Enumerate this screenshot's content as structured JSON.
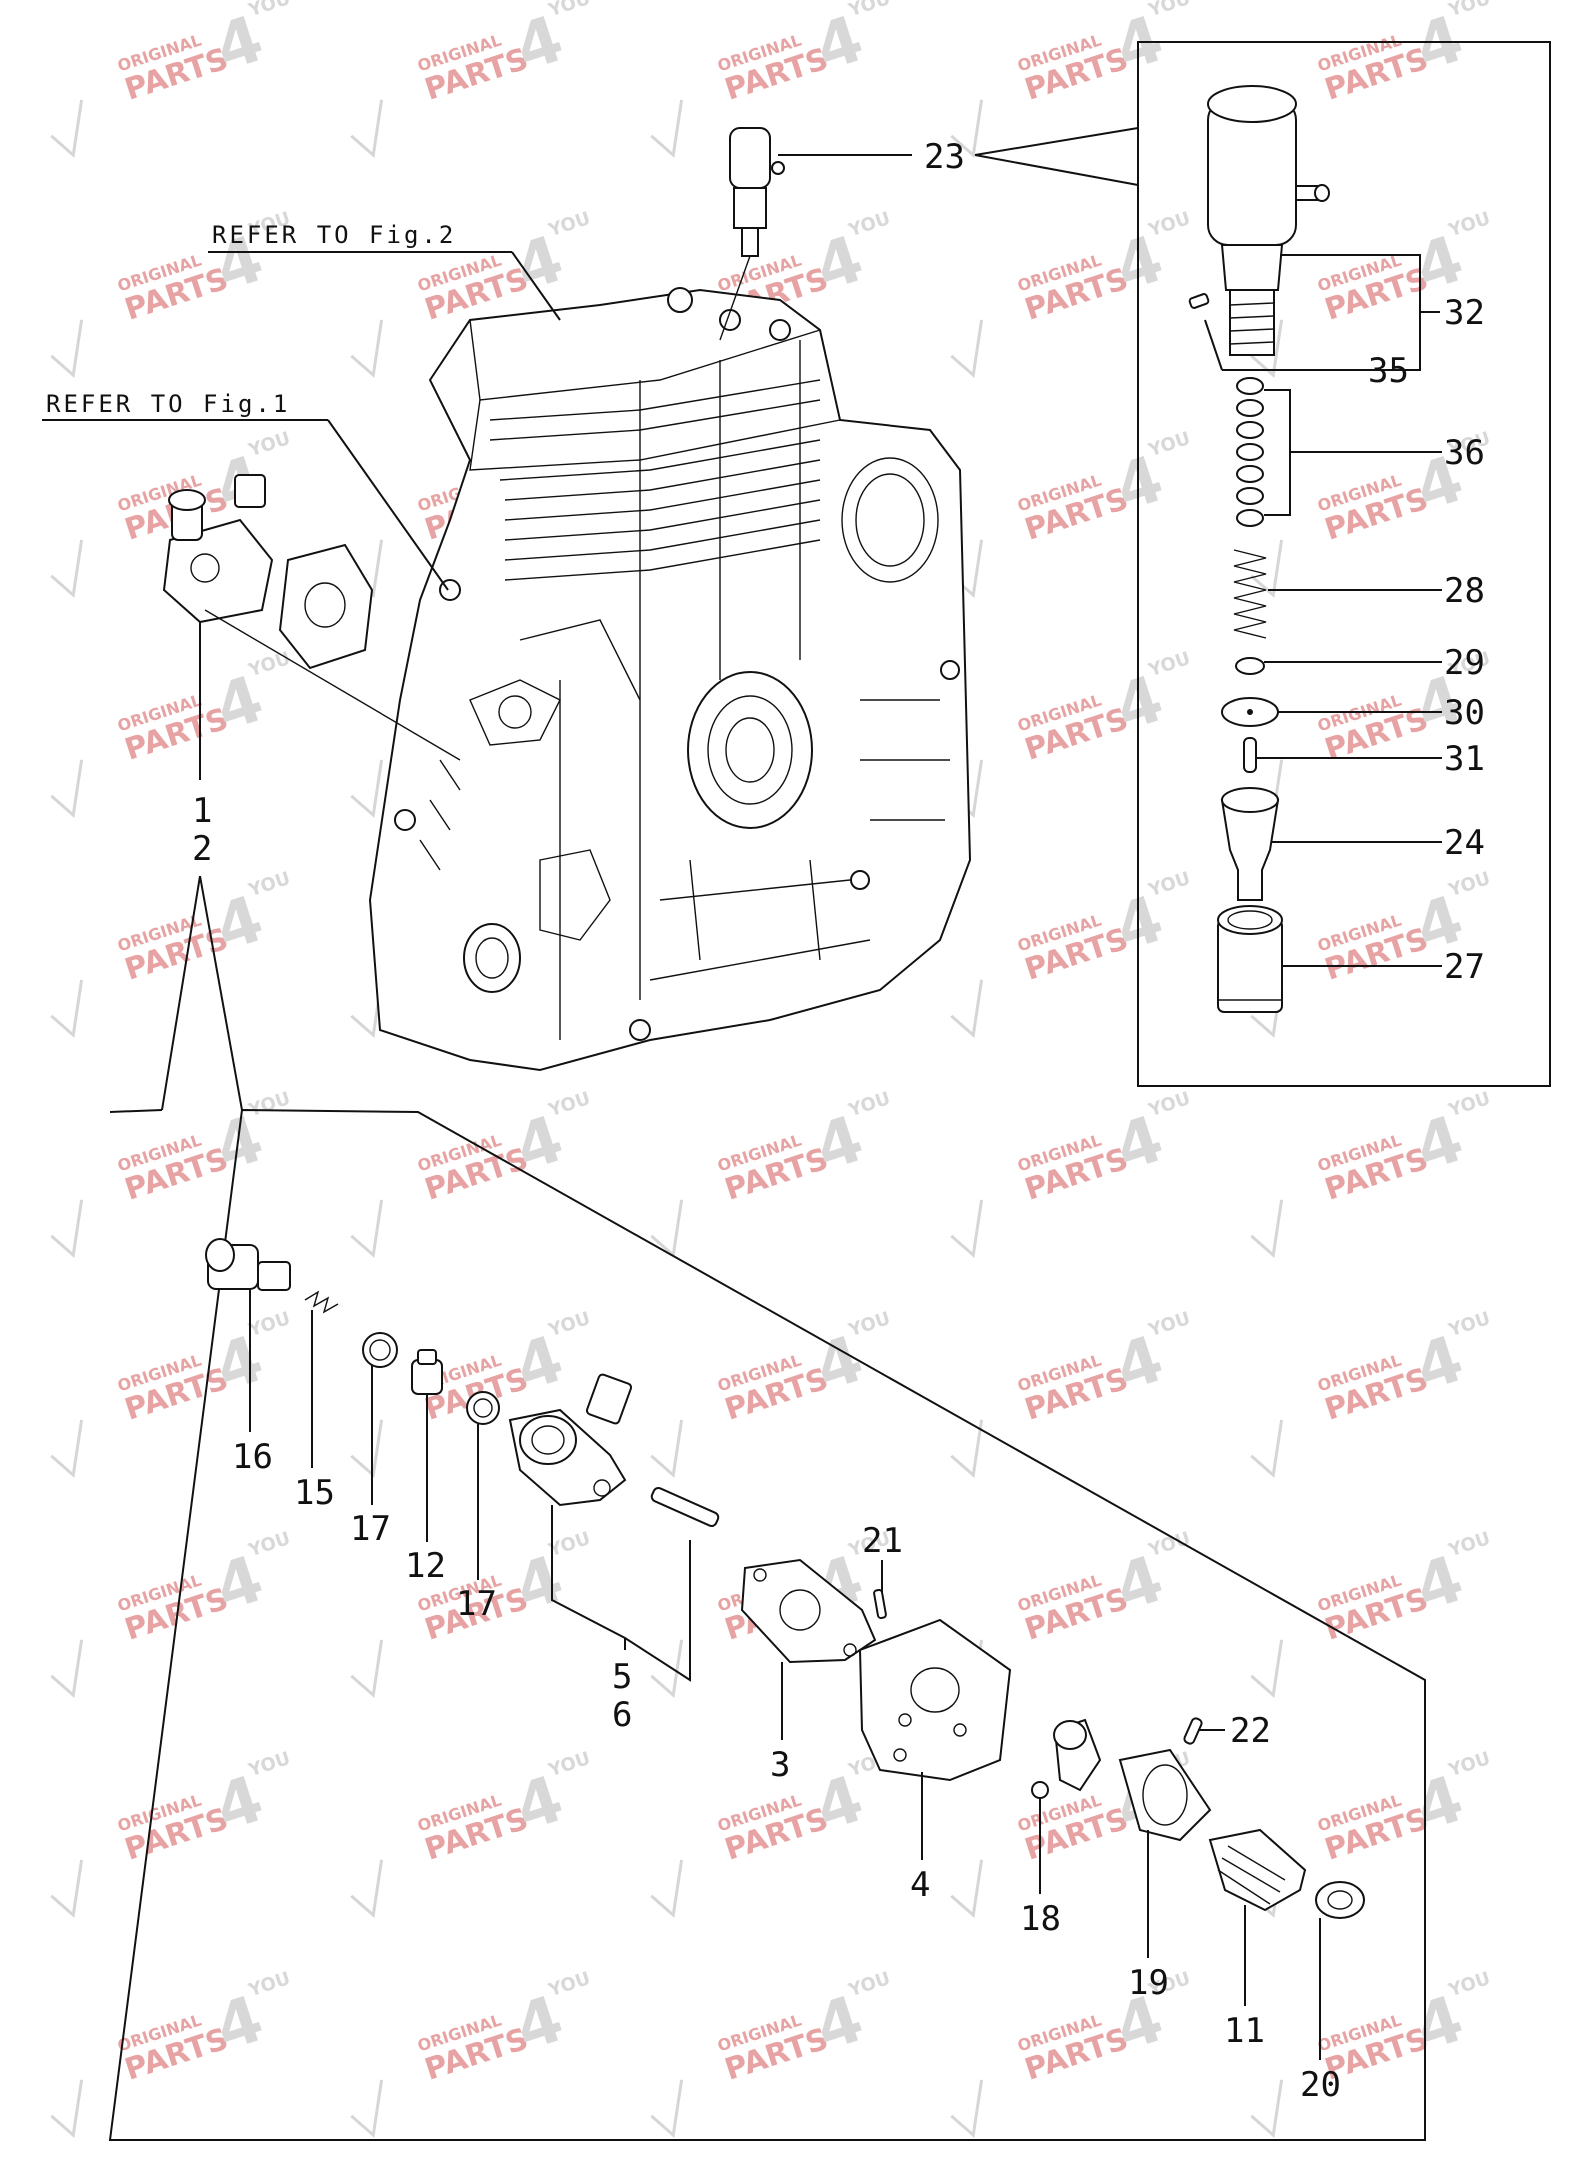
{
  "refer_labels": {
    "fig2": "REFER TO Fig.2",
    "fig1": "REFER TO Fig.1"
  },
  "watermark": {
    "line1": "ORIGINAL",
    "line2": "PARTS",
    "number": "4",
    "suffix": "YOU",
    "color": "#e7a3a3"
  },
  "callouts": {
    "p1": "1",
    "p2": "2",
    "p3": "3",
    "p4": "4",
    "p5": "5",
    "p6": "6",
    "p11": "11",
    "p12": "12",
    "p15": "15",
    "p16": "16",
    "p17a": "17",
    "p17b": "17",
    "p18": "18",
    "p19": "19",
    "p20": "20",
    "p21": "21",
    "p22": "22",
    "p23": "23",
    "p24": "24",
    "p27": "27",
    "p28": "28",
    "p29": "29",
    "p30": "30",
    "p31": "31",
    "p32": "32",
    "p35": "35",
    "p36": "36"
  }
}
